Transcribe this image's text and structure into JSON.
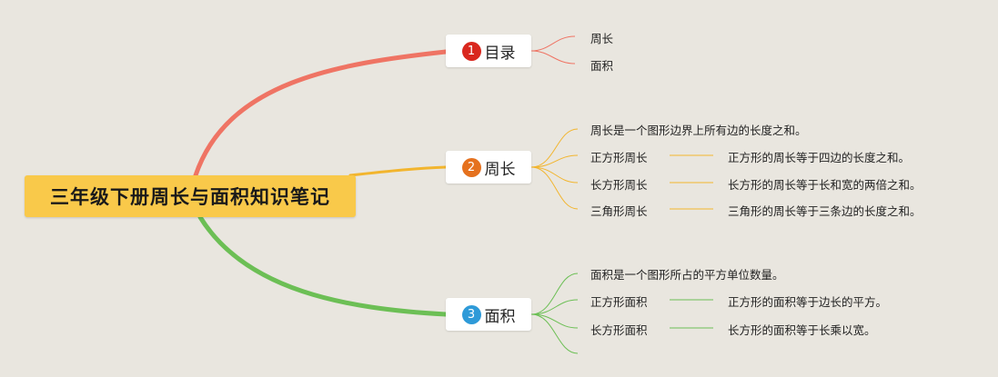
{
  "root": {
    "title": "三年级下册周长与面积知识笔记"
  },
  "colors": {
    "branch1": "#ef7464",
    "branch2": "#f2b52e",
    "branch3": "#6cbf55",
    "badge1": "#d9271e",
    "badge2": "#e5711e",
    "badge3": "#2e9ad8"
  },
  "branches": [
    {
      "number": "1",
      "label": "目录",
      "leaves": [
        {
          "text": "周长"
        },
        {
          "text": "面积"
        }
      ]
    },
    {
      "number": "2",
      "label": "周长",
      "leaves": [
        {
          "text": "周长是一个图形边界上所有边的长度之和。"
        },
        {
          "text": "正方形周长",
          "detail": "正方形的周长等于四边的长度之和。"
        },
        {
          "text": "长方形周长",
          "detail": "长方形的周长等于长和宽的两倍之和。"
        },
        {
          "text": "三角形周长",
          "detail": "三角形的周长等于三条边的长度之和。"
        }
      ]
    },
    {
      "number": "3",
      "label": "面积",
      "leaves": [
        {
          "text": "面积是一个图形所占的平方单位数量。"
        },
        {
          "text": "正方形面积",
          "detail": "正方形的面积等于边长的平方。"
        },
        {
          "text": "长方形面积",
          "detail": "长方形的面积等于长乘以宽。"
        },
        {
          "text": ""
        }
      ]
    }
  ]
}
